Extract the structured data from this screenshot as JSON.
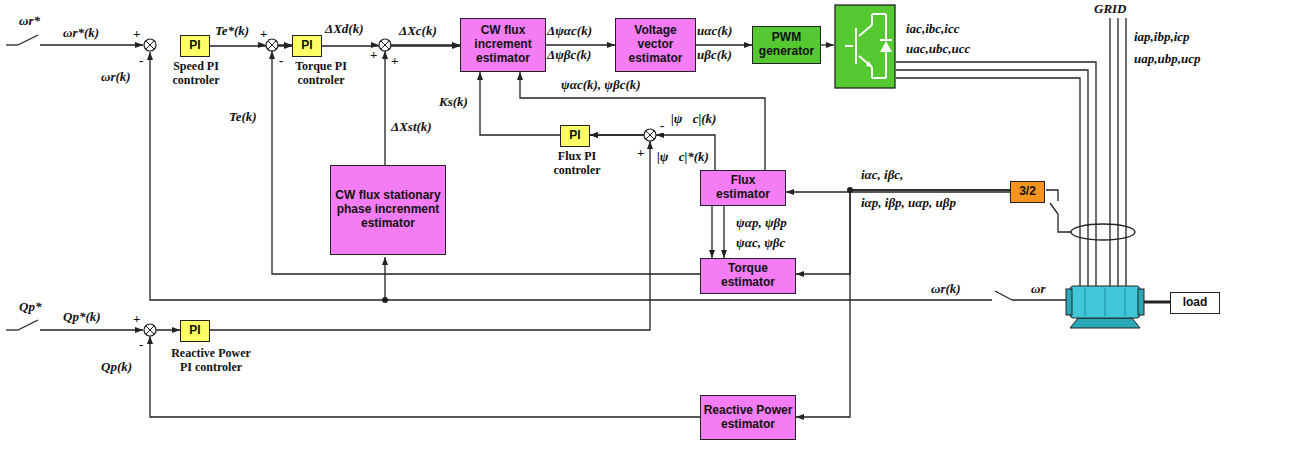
{
  "diagram": {
    "nodes": [
      {
        "text": [
          "PI",
          "Speed PI controler"
        ]
      },
      {
        "text": [
          "PI",
          "Torque PI controler"
        ]
      },
      {
        "text": [
          "CW flux increment estimator"
        ]
      },
      {
        "text": [
          "Voltage vector estimator"
        ]
      },
      {
        "text": [
          "PWM generator"
        ]
      },
      {
        "text": [
          "CW flux stationary phase increnment estimator"
        ]
      },
      {
        "text": [
          "PI",
          "Flux PI controler"
        ]
      },
      {
        "text": [
          "Flux estimator"
        ]
      },
      {
        "text": [
          "Torque estimator"
        ]
      },
      {
        "text": [
          "3/2"
        ]
      },
      {
        "text": [
          "PI",
          "Reactive Power PI controler"
        ]
      },
      {
        "text": [
          "Reactive Power estimator"
        ]
      },
      {
        "text": [
          "load"
        ]
      }
    ],
    "edges": [
      {
        "from": 0,
        "to": 1,
        "arrow": "to"
      },
      {
        "from": 1,
        "to": 2,
        "arrow": "to"
      },
      {
        "from": 5,
        "to": 2,
        "arrow": "to"
      },
      {
        "from": 2,
        "to": 3,
        "arrow": "to"
      },
      {
        "from": 3,
        "to": 4,
        "arrow": "to"
      },
      {
        "from": 6,
        "to": 2,
        "arrow": "to"
      },
      {
        "from": 7,
        "to": 2,
        "arrow": "to"
      },
      {
        "from": 7,
        "to": 6,
        "arrow": "to"
      },
      {
        "from": 7,
        "to": 8,
        "arrow": "to"
      },
      {
        "from": 7,
        "to": 8,
        "arrow": "to"
      },
      {
        "from": 8,
        "to": 1,
        "arrow": "to"
      },
      {
        "from": 9,
        "to": 7,
        "arrow": "to"
      },
      {
        "from": 9,
        "to": 8,
        "arrow": "to"
      },
      {
        "from": 9,
        "to": 11,
        "arrow": "to"
      },
      {
        "from": 10,
        "to": 6,
        "arrow": "to"
      },
      {
        "from": 11,
        "to": 10,
        "arrow": "to"
      }
    ],
    "labels": [
      "GRID",
      "iac,ibc,icc",
      "uac,ubc,ucc",
      "iap,ibp,icp",
      "uap,ubp,ucp",
      "ωr*",
      "ωr*(k)",
      "+",
      "-",
      "ωr(k)",
      "Te*(k)",
      "+",
      "-",
      "Te(k)",
      "ΔXd(k)",
      "+",
      "+",
      "ΔXc(k)",
      "ΔXst(k)",
      "Δψαc(k)",
      "Δψβc(k)",
      "uαc(k)",
      "uβc(k)",
      "Ks(k)",
      "ψαc(k), ψβc(k)",
      "|ψ⃗c|(k)",
      "-",
      "+",
      "|ψ⃗c|*(k)",
      "iαc, iβc,",
      "iαp, iβp, uαp, uβp",
      "ψαp, ψβp",
      "ψαc, ψβc",
      "ωr(k)",
      "ωr",
      "Qp*",
      "Qp*(k)",
      "+",
      "-",
      "Qp(k)"
    ]
  }
}
